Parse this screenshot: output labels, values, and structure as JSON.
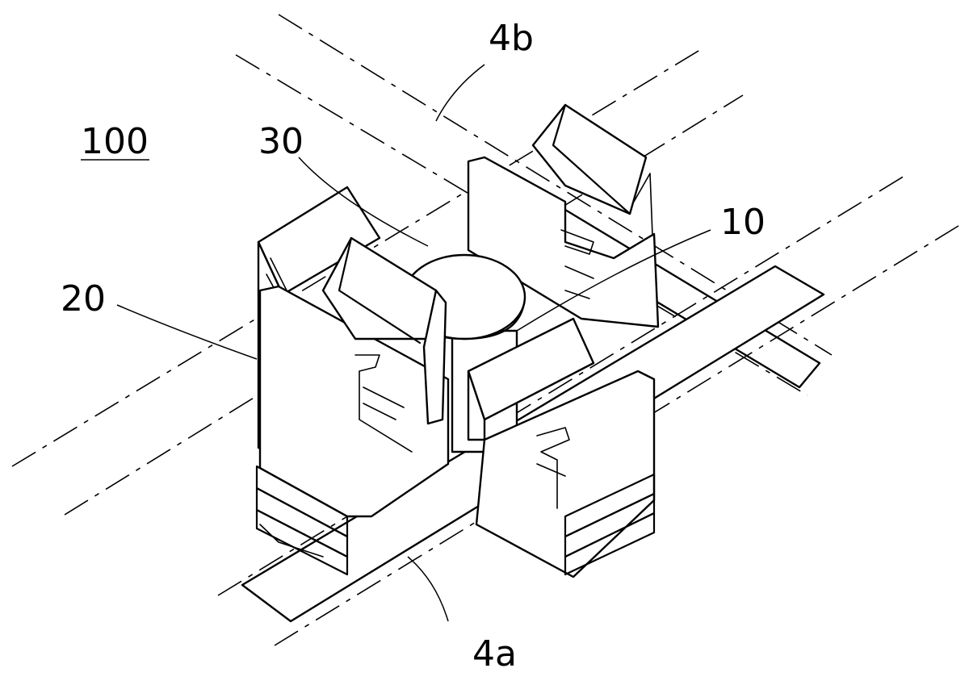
{
  "labels": {
    "assembly": "100",
    "rod_upper": "4b",
    "rod_lower": "4a",
    "center_part": "10",
    "clip_holder": "20",
    "fastener": "30"
  }
}
